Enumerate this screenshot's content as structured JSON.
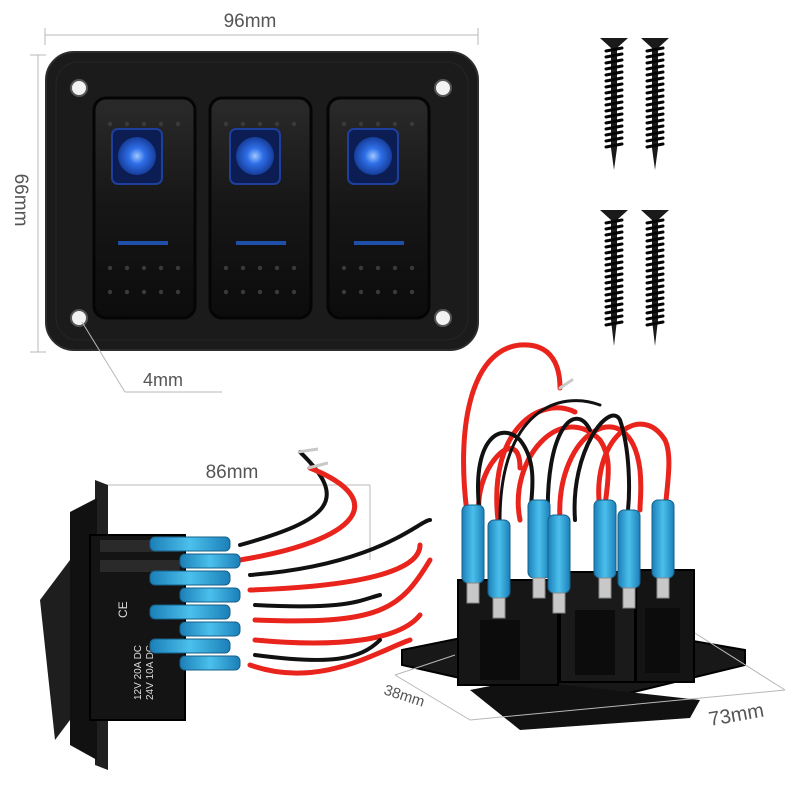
{
  "dimensions": {
    "width_label": "96mm",
    "height_label": "66mm",
    "hole_label": "4mm",
    "wire_label": "86mm",
    "depth_label": "38mm",
    "length_label": "73mm"
  },
  "rocker_switches": [
    {
      "indicator": "blue-led"
    },
    {
      "indicator": "blue-led"
    },
    {
      "indicator": "blue-led"
    }
  ],
  "switch_body_label": {
    "ce": "CE",
    "rating_1": "12V  20A  DC",
    "rating_2": "24V  10A  DC"
  },
  "screws": [
    {
      "name": "screw"
    },
    {
      "name": "screw"
    },
    {
      "name": "screw"
    },
    {
      "name": "screw"
    }
  ],
  "colors": {
    "panel": "#1c1c1c",
    "led": "#1f5fe0",
    "wire_red": "#e8241c",
    "wire_black": "#111111",
    "connector": "#3aa6d8"
  }
}
